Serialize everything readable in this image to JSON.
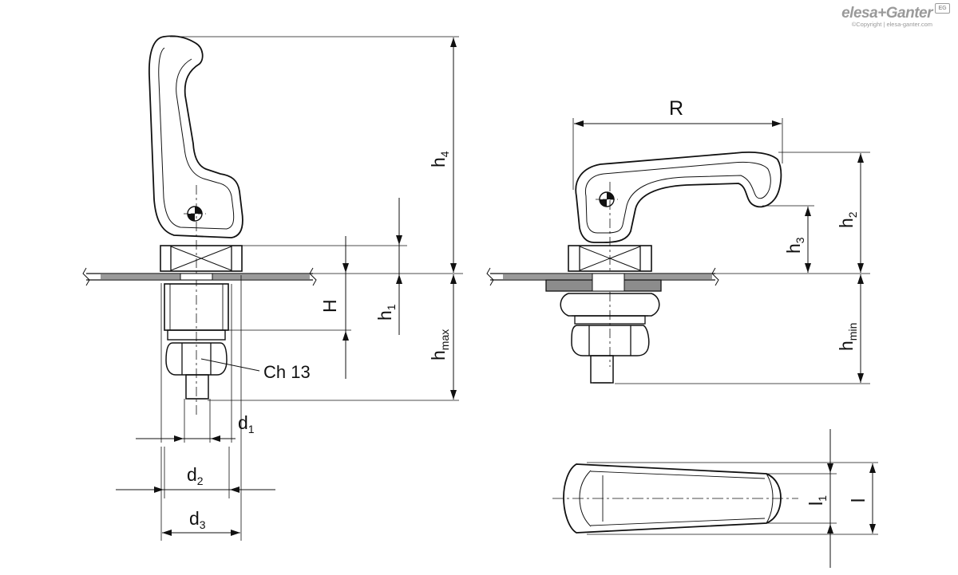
{
  "brand": {
    "name": "elesa+Ganter",
    "badge": "EG",
    "copyright": "©Copyright | elesa-ganter.com"
  },
  "labels": {
    "h4": "h",
    "h4_sub": "4",
    "R": "R",
    "h2": "h",
    "h2_sub": "2",
    "h3": "h",
    "h3_sub": "3",
    "H": "H",
    "h1": "h",
    "h1_sub": "1",
    "hmax": "h",
    "hmax_sub": "max",
    "hmin": "h",
    "hmin_sub": "min",
    "ch13": "Ch 13",
    "d1": "d",
    "d1_sub": "1",
    "d2": "d",
    "d2_sub": "2",
    "d3": "d",
    "d3_sub": "3",
    "l1": "l",
    "l1_sub": "1",
    "l": "l"
  }
}
